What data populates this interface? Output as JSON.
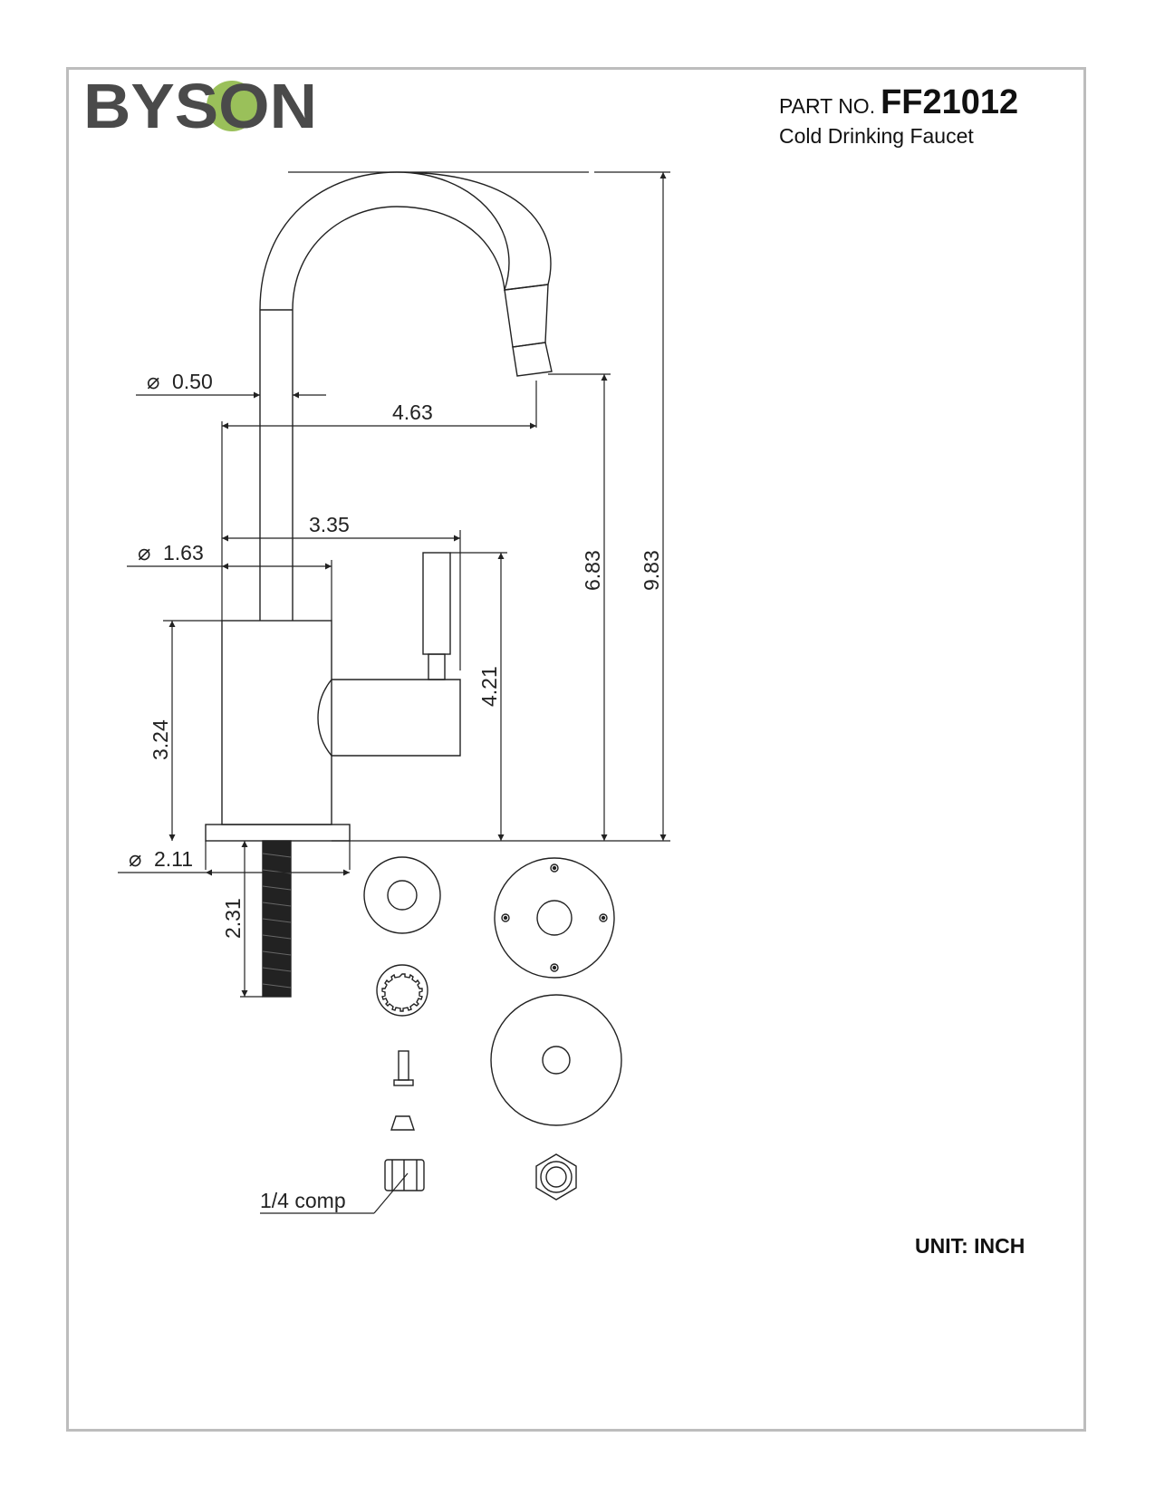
{
  "brand": {
    "name": "BYSON",
    "accent_color": "#9ac05a",
    "text_color": "#4a4a4a"
  },
  "title_block": {
    "part_label": "PART NO.",
    "part_number": "FF21012",
    "description": "Cold Drinking Faucet"
  },
  "unit_note": "UNIT: INCH",
  "dimensions": {
    "spout_dia": "0.50",
    "spout_reach": "4.63",
    "handle_reach": "3.35",
    "body_dia": "1.63",
    "body_height": "3.24",
    "handle_height": "4.21",
    "spout_height": "6.83",
    "overall_height": "9.83",
    "base_dia": "2.11",
    "shank_length": "2.31"
  },
  "callouts": {
    "fitting": "1/4 comp"
  },
  "colors": {
    "line": "#222222",
    "frame": "#bdbdbd"
  }
}
